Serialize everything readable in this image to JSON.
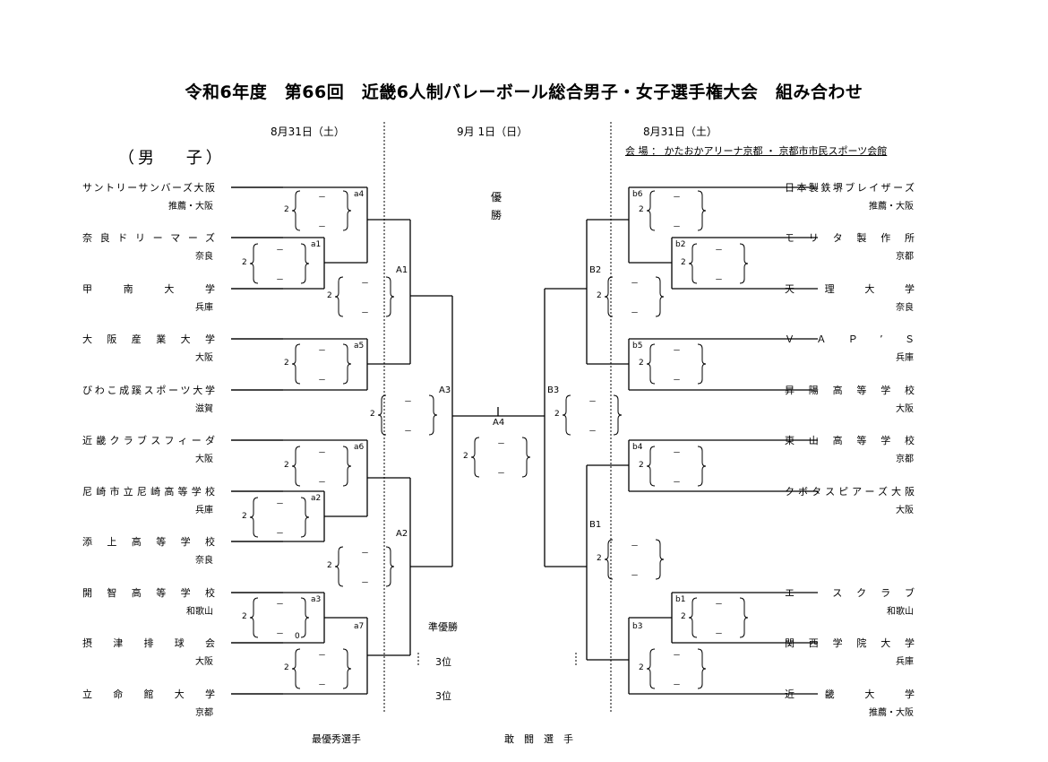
{
  "title": "令和6年度　第66回　近畿6人制バレーボール総合男子・女子選手権大会　組み合わせ",
  "dates": {
    "left": "8月31日（土）",
    "center": "9月 1日（日）",
    "right": "8月31日（土）"
  },
  "venue": "会 場 ： かたおかアリーナ京都 ・ 京都市市民スポーツ会館",
  "section_heading": "（男　 子）",
  "left_teams": [
    {
      "name": "サントリーサンバーズ大阪",
      "pref": "推薦・大阪"
    },
    {
      "name": "奈良ドリーマーズ",
      "pref": "奈良"
    },
    {
      "name": "甲南大学",
      "pref": "兵庫"
    },
    {
      "name": "大阪産業大学",
      "pref": "大阪"
    },
    {
      "name": "びわこ成蹊スポーツ大学",
      "pref": "滋賀"
    },
    {
      "name": "近畿クラブスフィーダ",
      "pref": "大阪"
    },
    {
      "name": "尼崎市立尼崎高等学校",
      "pref": "兵庫"
    },
    {
      "name": "添上高等学校",
      "pref": "奈良"
    },
    {
      "name": "開智高等学校",
      "pref": "和歌山"
    },
    {
      "name": "摂津排球会",
      "pref": "大阪"
    },
    {
      "name": "立命館大学",
      "pref": "京都"
    }
  ],
  "right_teams": [
    {
      "name": "日本製鉄堺ブレイザーズ",
      "pref": "推薦・大阪"
    },
    {
      "name": "モリタ製作所",
      "pref": "京都"
    },
    {
      "name": "天理大学",
      "pref": "奈良"
    },
    {
      "name": "ＶＡＰ’Ｓ",
      "pref": "兵庫"
    },
    {
      "name": "昇陽高等学校",
      "pref": "大阪"
    },
    {
      "name": "東山高等学校",
      "pref": "京都"
    },
    {
      "name": "クボタスピアーズ大阪",
      "pref": "大阪"
    },
    {
      "name": "エースクラブ",
      "pref": "和歌山"
    },
    {
      "name": "関西学院大学",
      "pref": "兵庫"
    },
    {
      "name": "近畿大学",
      "pref": "推薦・大阪"
    }
  ],
  "match_labels": {
    "a1": "a1",
    "a2": "a2",
    "a3": "a3",
    "a4": "a4",
    "a5": "a5",
    "a6": "a6",
    "a7": "a7",
    "A1": "A1",
    "A2": "A2",
    "A3": "A3",
    "A4": "A4",
    "b1": "b1",
    "b2": "b2",
    "b3": "b3",
    "b4": "b4",
    "b5": "b5",
    "b6": "b6",
    "B1": "B1",
    "B2": "B2",
    "B3": "B3"
  },
  "score_two": "2",
  "score_zero": "0",
  "score_dash": "－",
  "champion": [
    "優",
    "勝"
  ],
  "runner_up": "準優勝",
  "third_place": "3位",
  "footer": {
    "mvp": "最優秀選手",
    "fighting_spirit": "敢　闘　選　手"
  }
}
